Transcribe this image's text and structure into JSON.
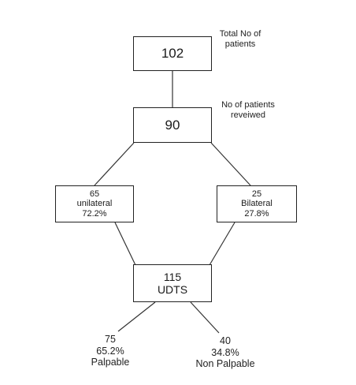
{
  "nodes": {
    "total": {
      "value": "102",
      "note_line1": "Total No of",
      "note_line2": "patients"
    },
    "reviewed": {
      "value": "90",
      "note_line1": "No of patients",
      "note_line2": "reveiwed"
    },
    "unilateral": {
      "count": "65",
      "label": "unilateral",
      "percent": "72.2%"
    },
    "bilateral": {
      "count": "25",
      "label": "Bilateral",
      "percent": "27.8%"
    },
    "udts": {
      "count": "115",
      "label": "UDTS"
    },
    "palpable": {
      "count": "75",
      "percent": "65.2%",
      "label": "Palpable"
    },
    "non_palpable": {
      "count": "40",
      "percent": "34.8%",
      "label": "Non Palpable"
    }
  }
}
